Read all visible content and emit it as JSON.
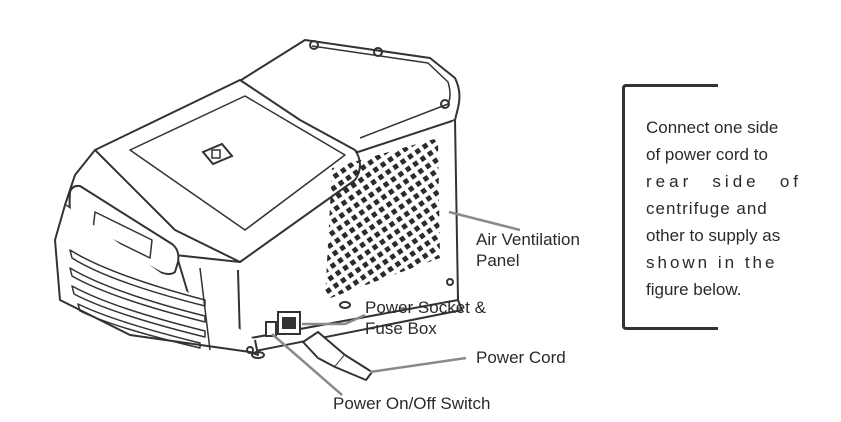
{
  "labels": {
    "air_ventilation_line1": "Air Ventilation",
    "air_ventilation_line2": "Panel",
    "power_socket_line1": "Power Socket &",
    "power_socket_line2": "Fuse Box",
    "power_cord": "Power Cord",
    "power_switch": "Power On/Off Switch"
  },
  "note": {
    "lines": [
      "Connect one side",
      "of power cord to",
      "rear side of",
      "centrifuge and",
      "other to supply as",
      "shown in the",
      "figure below."
    ]
  },
  "colors": {
    "outline": "#333333",
    "leader_line": "#8a8a8a",
    "vent_fill": "#2b2b2b"
  },
  "icons": {
    "lid_button": "square-button-icon",
    "plug": "power-plug-icon"
  }
}
